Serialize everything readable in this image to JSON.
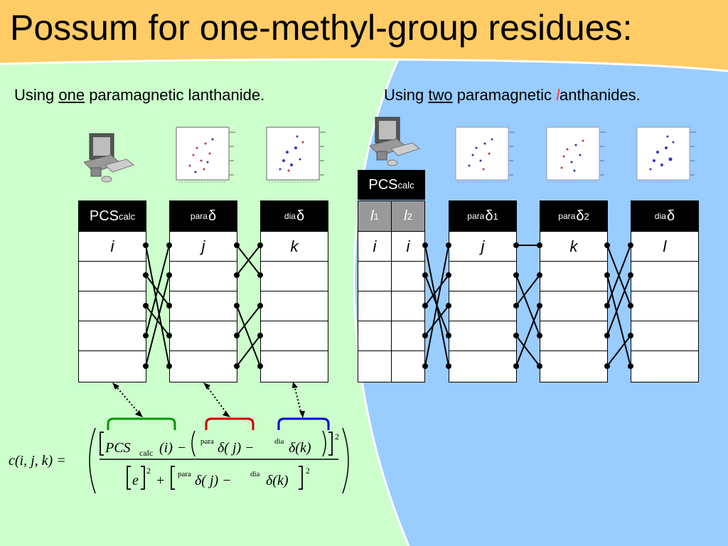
{
  "title": "Possum for one-methyl-group residues:",
  "left_subtitle": {
    "prefix": "Using ",
    "emph": "one",
    "suffix": " paramagnetic lanthanide."
  },
  "right_subtitle": {
    "prefix": "Using ",
    "emph": "two",
    "middle": " paramagnetic ",
    "red_letter": "l",
    "suffix": "anthanides."
  },
  "left_columns": [
    {
      "main": "PCS",
      "sub": "calc",
      "first_cell": "i"
    },
    {
      "sup": "para",
      "main": "δ",
      "first_cell": "j"
    },
    {
      "sup": "dia",
      "main": "δ",
      "first_cell": "k"
    }
  ],
  "right_pcs_label": {
    "main": "PCS",
    "sub": "calc"
  },
  "right_l_columns": [
    {
      "main": "l",
      "sub": "1",
      "first_cell": "i"
    },
    {
      "main": "l",
      "sub": "2",
      "first_cell": "i"
    }
  ],
  "right_columns": [
    {
      "sup": "para",
      "main": "δ",
      "sub": "1",
      "first_cell": "j"
    },
    {
      "sup": "para",
      "main": "δ",
      "sub": "2",
      "first_cell": "k"
    },
    {
      "sup": "dia",
      "main": "δ",
      "first_cell": "l"
    }
  ],
  "formula": {
    "lhs": "c(i, j, k) =",
    "pcs": "PCS",
    "calc": "calc",
    "para": "para",
    "dia": "dia",
    "e": "e",
    "square": "2"
  },
  "colors": {
    "bg_green": "#ccffcc",
    "bg_blue": "#99ccff",
    "title_bar": "#ffcc66",
    "brace_green": "#009900",
    "brace_red": "#cc0000",
    "brace_blue": "#0000cc"
  },
  "icons": [
    "computer-icon",
    "spectrum-thumbnail-icon"
  ]
}
